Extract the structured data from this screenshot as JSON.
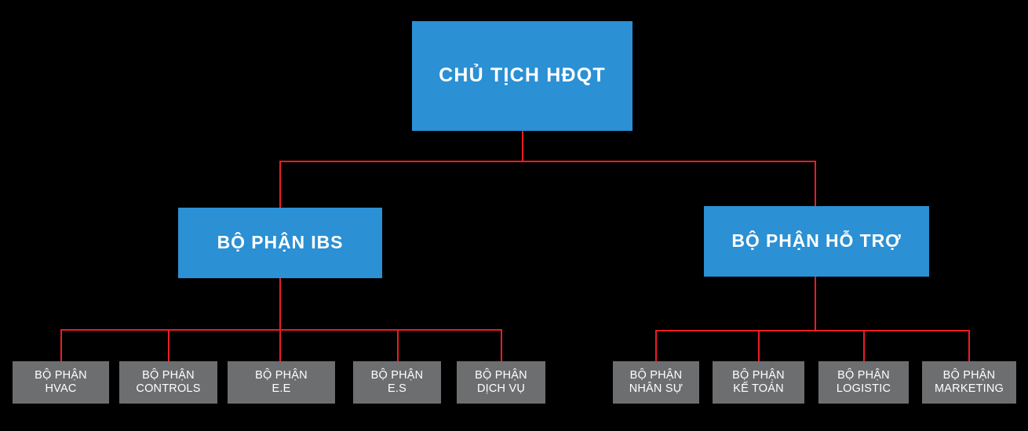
{
  "diagram": {
    "title_text": "CHỦ TỊCH HĐQT",
    "background_color": "#000000",
    "box_blue": "#2b90d4",
    "box_gray": "#6d6e70",
    "connector_color": "#ed1c24",
    "text_color": "#ffffff"
  },
  "root": {
    "label": "CHỦ TỊCH HĐQT"
  },
  "divisions": [
    {
      "label": "BỘ PHẬN IBS"
    },
    {
      "label": "BỘ PHẬN HỖ TRỢ"
    }
  ],
  "ibs_departments": [
    {
      "line1": "BỘ PHẬN",
      "line2": "HVAC",
      "label": "BỘ PHẬN\nHVAC"
    },
    {
      "line1": "BỘ PHẬN",
      "line2": "CONTROLS",
      "label": "BỘ PHẬN\nCONTROLS"
    },
    {
      "line1": "BỘ PHẬN",
      "line2": "E.E",
      "label": "BỘ PHẬN\nE.E"
    },
    {
      "line1": "BỘ PHẬN",
      "line2": "E.S",
      "label": "BỘ PHẬN\nE.S"
    },
    {
      "line1": "BỘ PHẬN",
      "line2": "DỊCH VỤ",
      "label": "BỘ PHẬN\nDỊCH VỤ"
    }
  ],
  "support_departments": [
    {
      "line1": "BỘ PHẬN",
      "line2": "NHÂN SỰ",
      "label": "BỘ PHẬN\nNHÂN SỰ"
    },
    {
      "line1": "BỘ PHẬN",
      "line2": "KẾ TOÁN",
      "label": "BỘ PHẬN\nKẾ TOÁN"
    },
    {
      "line1": "BỘ PHẬN",
      "line2": "LOGISTIC",
      "label": "BỘ PHẬN\nLOGISTIC"
    },
    {
      "line1": "BỘ PHẬN",
      "line2": "MARKETING",
      "label": "BỘ PHẬN\nMARKETING"
    }
  ]
}
